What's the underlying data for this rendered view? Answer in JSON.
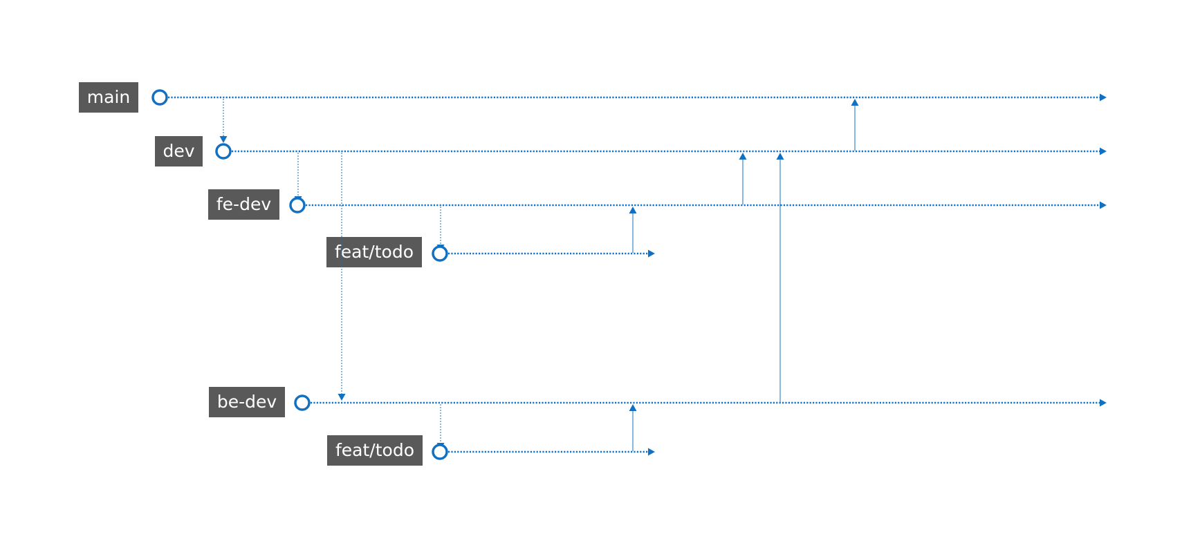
{
  "colors": {
    "line": "#1170c1",
    "label_bg": "#595959",
    "label_text": "#ffffff",
    "background": "#ffffff"
  },
  "branches": [
    {
      "id": "main",
      "label": "main"
    },
    {
      "id": "dev",
      "label": "dev"
    },
    {
      "id": "fe-dev",
      "label": "fe-dev"
    },
    {
      "id": "fe-feat",
      "label": "feat/todo"
    },
    {
      "id": "be-dev",
      "label": "be-dev"
    },
    {
      "id": "be-feat",
      "label": "feat/todo"
    }
  ],
  "connections": [
    {
      "from": "main",
      "to": "dev",
      "direction": "down"
    },
    {
      "from": "dev",
      "to": "fe-dev",
      "direction": "down"
    },
    {
      "from": "dev",
      "to": "be-dev",
      "direction": "down"
    },
    {
      "from": "fe-dev",
      "to": "fe-feat",
      "direction": "down"
    },
    {
      "from": "fe-feat",
      "to": "fe-dev",
      "direction": "up"
    },
    {
      "from": "be-dev",
      "to": "be-feat",
      "direction": "down"
    },
    {
      "from": "be-feat",
      "to": "be-dev",
      "direction": "up"
    },
    {
      "from": "fe-dev",
      "to": "dev",
      "direction": "up"
    },
    {
      "from": "be-dev",
      "to": "dev",
      "direction": "up"
    },
    {
      "from": "dev",
      "to": "main",
      "direction": "up"
    }
  ]
}
